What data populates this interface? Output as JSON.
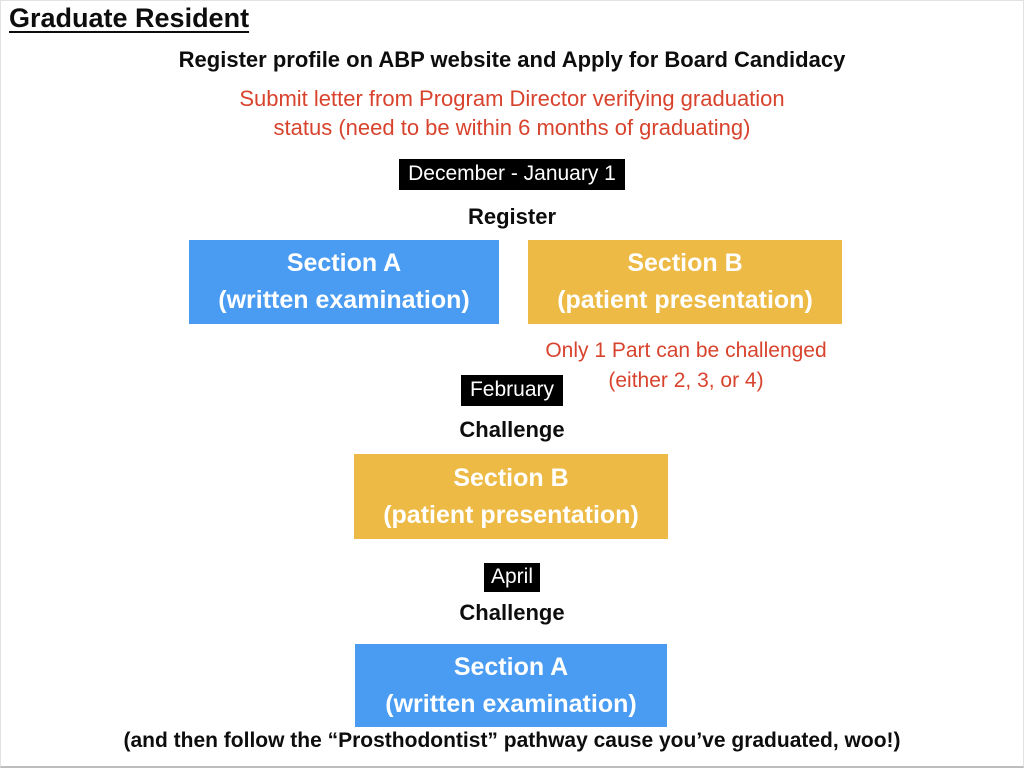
{
  "colors": {
    "section_blue": "#4A9CF2",
    "section_yellow": "#ECBA45",
    "note_red": "#D8432D",
    "badge_black": "#000000"
  },
  "header": {
    "title": "Graduate Resident",
    "subtitle": "Register profile on ABP website and Apply for Board Candidacy",
    "director_note_line1": "Submit letter from Program Director verifying graduation",
    "director_note_line2": "status (need to be within 6 months of graduating)"
  },
  "register_step": {
    "date_badge": "December - January 1",
    "action": "Register",
    "section_a": {
      "title": "Section A",
      "subtitle": "(written examination)"
    },
    "section_b": {
      "title": "Section B",
      "subtitle": "(patient presentation)"
    }
  },
  "february_step": {
    "note_line1": "Only 1 Part can be challenged",
    "note_line2": "(either 2, 3, or 4)",
    "date_badge": "February",
    "action": "Challenge",
    "section_b": {
      "title": "Section B",
      "subtitle": "(patient presentation)"
    }
  },
  "april_step": {
    "date_badge": "April",
    "action": "Challenge",
    "section_a": {
      "title": "Section A",
      "subtitle": "(written examination)"
    }
  },
  "footer": {
    "note": "(and then follow the “Prosthodontist” pathway cause you’ve graduated, woo!)"
  }
}
